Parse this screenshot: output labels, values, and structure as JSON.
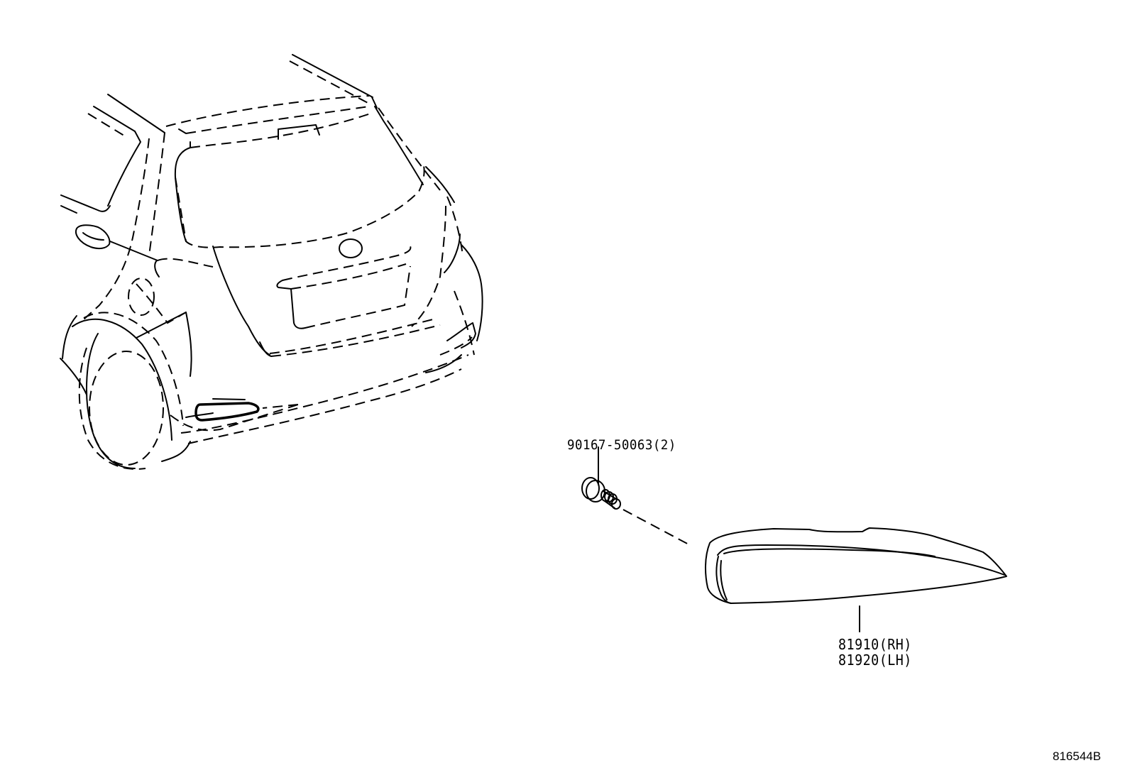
{
  "diagram": {
    "type": "parts-illustration",
    "subject": "Rear bumper reflector assembly",
    "callouts": [
      {
        "id": "bolt",
        "part_number": "90167-50063(2)",
        "component": "bolt/screw"
      },
      {
        "id": "reflector-rh",
        "part_number": "81910(RH)",
        "component": "reflector"
      },
      {
        "id": "reflector-lh",
        "part_number": "81920(LH)",
        "component": "reflector"
      }
    ],
    "document_id": "816544B"
  },
  "colors": {
    "line": "#000000",
    "background": "#ffffff"
  }
}
